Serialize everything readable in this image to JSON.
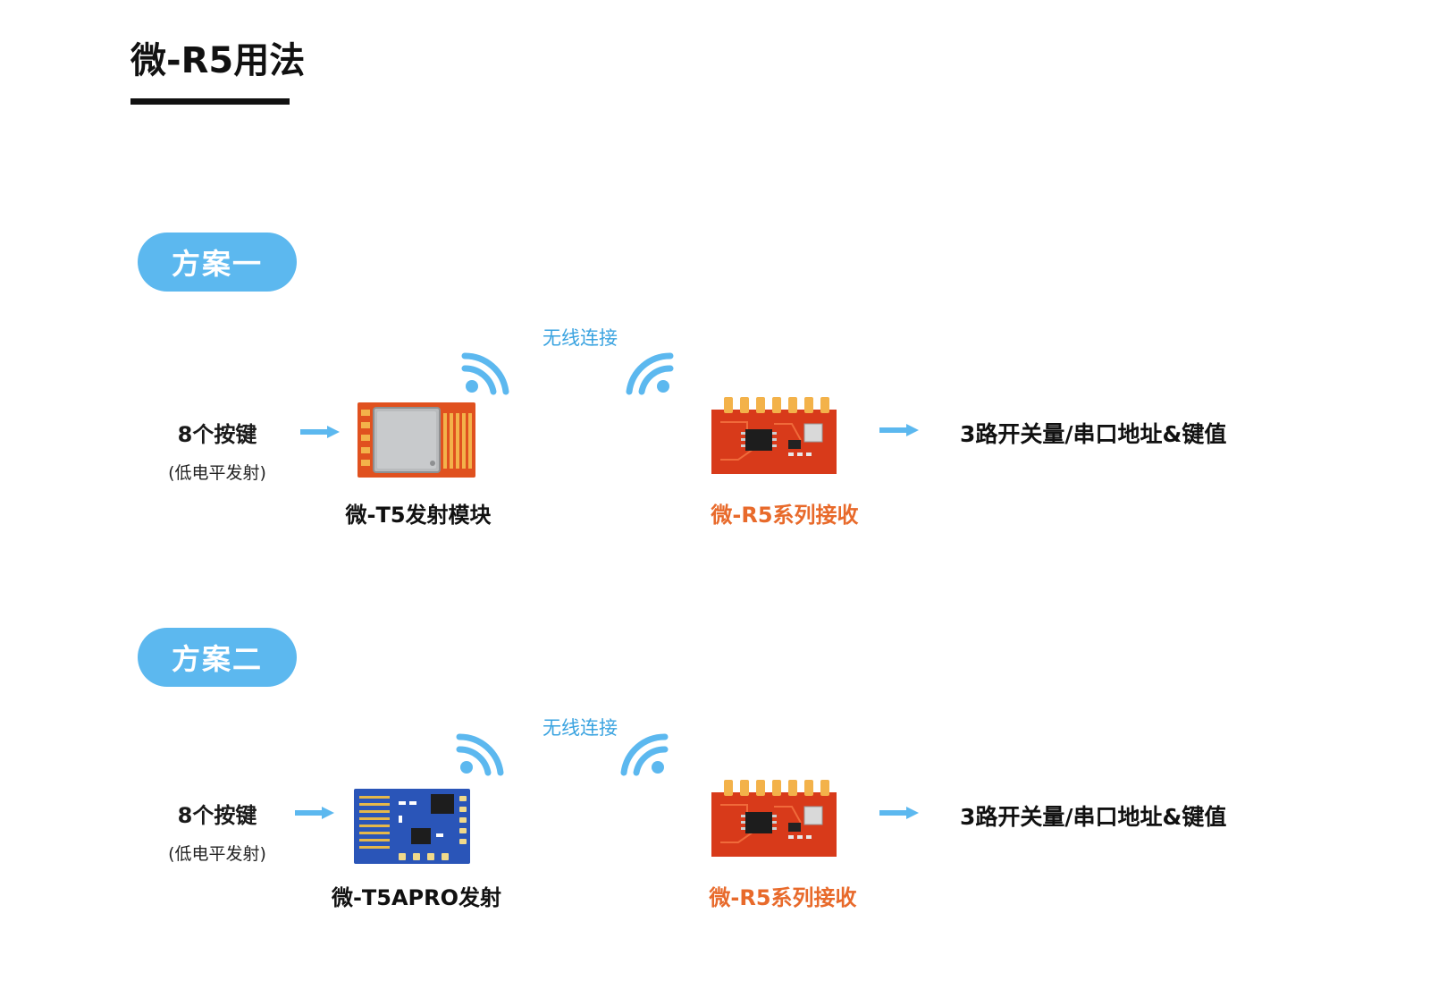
{
  "page": {
    "title": "微-R5用法"
  },
  "colors": {
    "accent_blue": "#5cb8ef",
    "receiver_orange": "#e86a2b",
    "pcb_red": "#d83a1a",
    "pcb_blue": "#2a55b8"
  },
  "schemes": [
    {
      "pill": "方案一",
      "wireless": "无线连接",
      "keys": "8个按键",
      "keys_sub": "(低电平发射)",
      "transmitter": "微-T5发射模块",
      "receiver": "微-R5系列接收",
      "output": "3路开关量/串口地址&键值",
      "icons": [
        "arrow-right-icon",
        "shielded-module-icon",
        "wifi-signal-icon",
        "receiver-pcb-icon"
      ]
    },
    {
      "pill": "方案二",
      "wireless": "无线连接",
      "keys": "8个按键",
      "keys_sub": "(低电平发射)",
      "transmitter": "微-T5APRO发射",
      "receiver": "微-R5系列接收",
      "output": "3路开关量/串口地址&键值",
      "icons": [
        "arrow-right-icon",
        "blue-pcb-module-icon",
        "wifi-signal-icon",
        "receiver-pcb-icon"
      ]
    }
  ]
}
